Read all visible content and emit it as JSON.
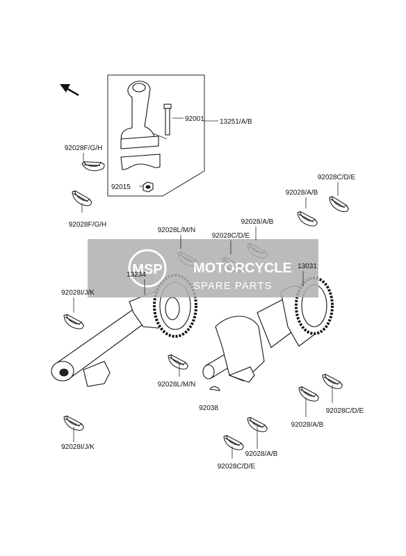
{
  "labels": {
    "l_92028fgh_top": "92028F/G/H",
    "l_92028fgh_bot": "92028F/G/H",
    "l_92001": "92001",
    "l_13251": "13251/A/B",
    "l_92015": "92015",
    "l_92028cde_tr": "92028C/D/E",
    "l_92028ab_tr": "92028/A/B",
    "l_92028ab_mid": "92028/A/B",
    "l_92028lmn_top": "92028L/M/N",
    "l_92028cde_mid": "92028C/D/E",
    "l_13031": "13031",
    "l_13234": "13234",
    "l_92028ijk_top": "92028I/J/K",
    "l_92028lmn_bot": "92028L/M/N",
    "l_92038": "92038",
    "l_92028ab_br": "92028/A/B",
    "l_92028cde_br": "92028C/D/E",
    "l_92028ijk_bot": "92028I/J/K",
    "l_92028ab_bot": "92028/A/B",
    "l_92028cde_bot": "92028C/D/E"
  },
  "watermark": {
    "logo": "MSP",
    "title": "MOTORCYCLE",
    "subtitle": "SPARE PARTS",
    "color": "#b0b0b0"
  },
  "icons": {
    "direction": "arrow-up-left-icon"
  }
}
